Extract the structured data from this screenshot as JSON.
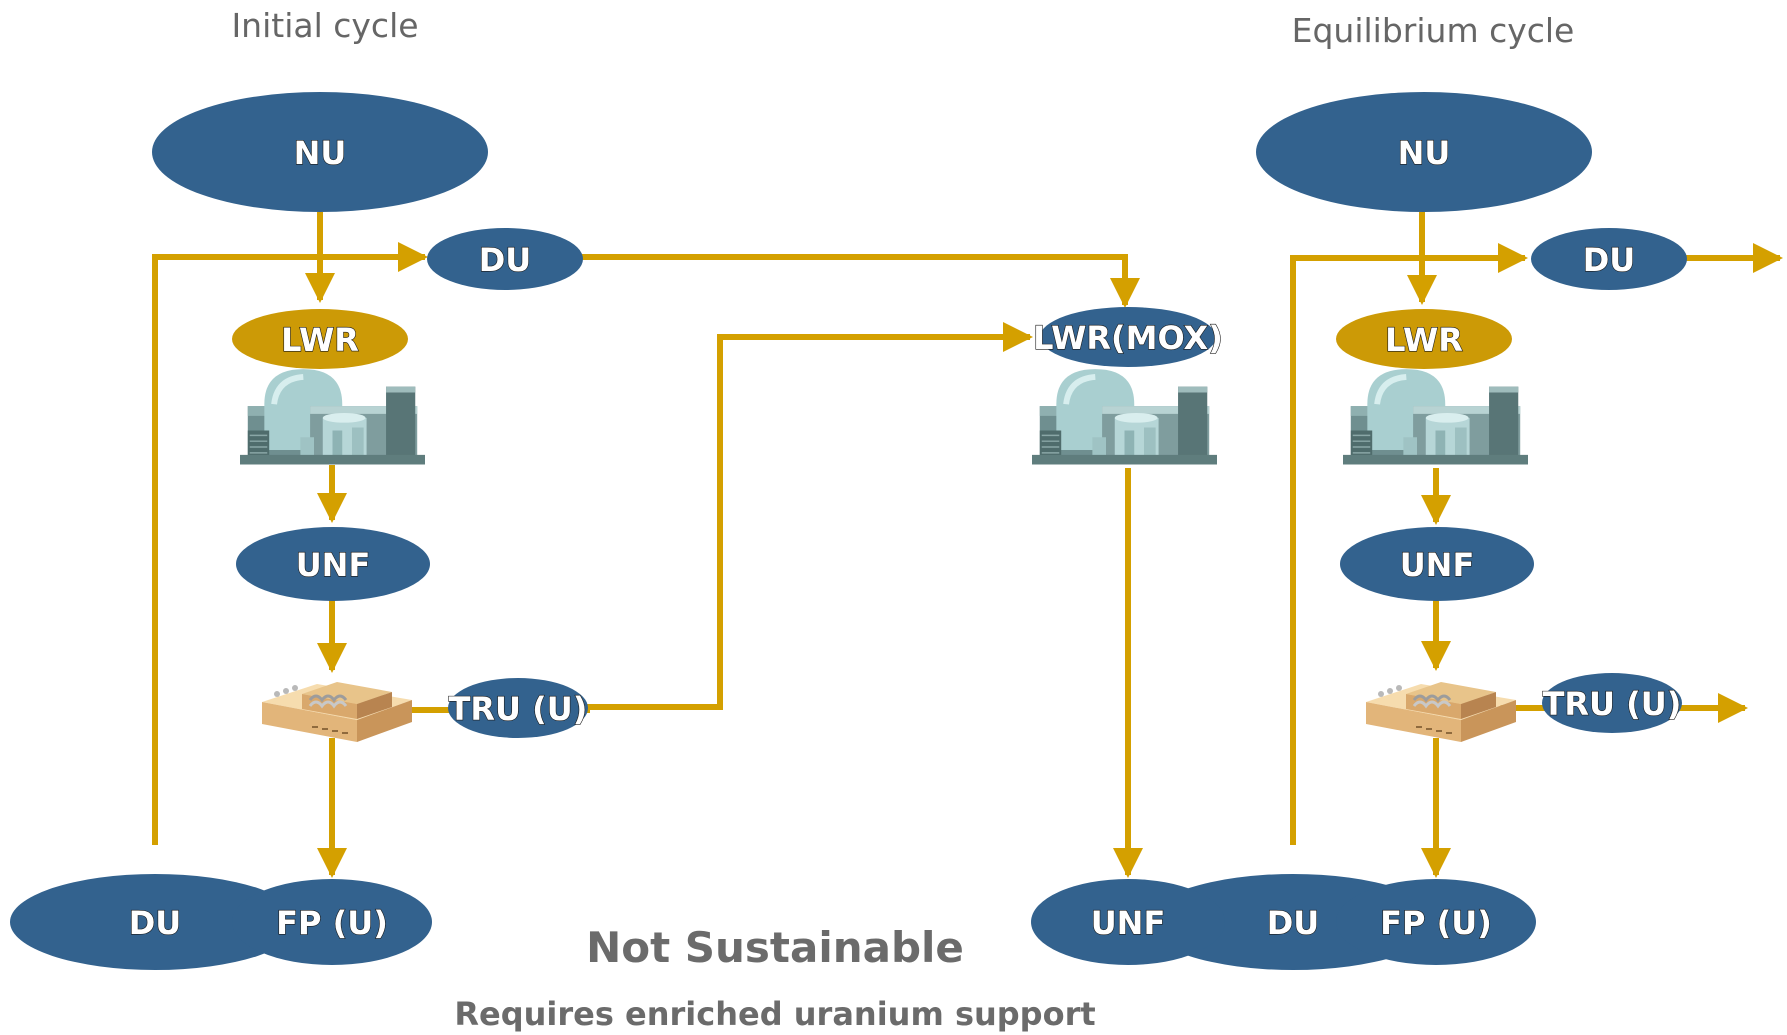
{
  "captions": {
    "initial": "Initial cycle",
    "equilibrium": "Equilibrium cycle"
  },
  "footer": {
    "title": "Not Sustainable",
    "subtitle": "Requires enriched uranium support"
  },
  "initial": {
    "nu": "NU",
    "du_top": "DU",
    "lwr": "LWR",
    "unf": "UNF",
    "tru": "TRU (U)",
    "du_bottom": "DU",
    "fp": "FP (U)"
  },
  "mox": {
    "lwr_mox": "LWR(MOX)",
    "unf": "UNF",
    "du": "DU"
  },
  "equilibrium": {
    "nu": "NU",
    "du_top": "DU",
    "lwr": "LWR",
    "unf": "UNF",
    "tru": "TRU (U)",
    "fp": "FP (U)"
  },
  "colors": {
    "node_fill": "#33628e",
    "reactor_label_fill": "#cc9a06",
    "flow": "#d4a000"
  },
  "icons": [
    "reactor-plant-icon",
    "reprocessing-facility-icon"
  ]
}
